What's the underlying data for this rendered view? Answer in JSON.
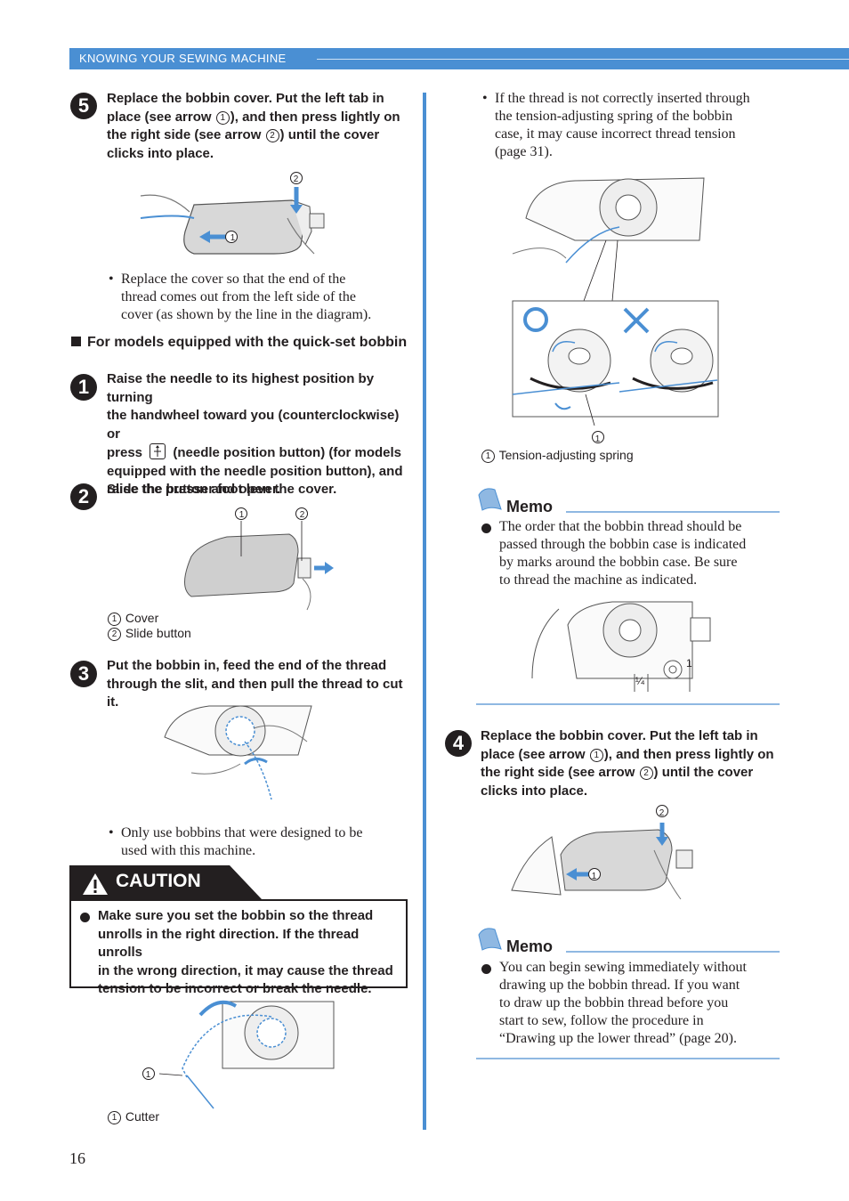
{
  "header": {
    "section_title": "KNOWING YOUR SEWING MACHINE"
  },
  "page_number": "16",
  "left": {
    "step5": {
      "num": "5",
      "line1": "Replace the bobbin cover. Put the left tab in",
      "line2a": "place (see arrow ",
      "m1": "1",
      "line2b": "), and then press lightly on",
      "line3a": "the right side (see arrow ",
      "m2": "2",
      "line3b": ") until the cover",
      "line4": "clicks into place."
    },
    "step5_fig": {
      "m1": "1",
      "m2": "2"
    },
    "step5_note": [
      "Replace the cover so that the end of the",
      "thread comes out from the left side of the",
      "cover (as shown by the line in the diagram)."
    ],
    "quickset_heading": "For models equipped with the quick-set bobbin",
    "step1": {
      "num": "1",
      "lines": [
        "Raise the needle to its highest position by turning",
        "the handwheel toward you (counterclockwise) or"
      ],
      "line3a": "press",
      "line3b": "(needle position button) (for models",
      "lines2": [
        "equipped with the needle position button), and",
        "raise the presser foot lever."
      ]
    },
    "step2": {
      "num": "2",
      "text": "Slide the button and open the cover."
    },
    "step2_fig": {
      "m1": "1",
      "m2": "2"
    },
    "step2_legend": [
      {
        "m": "1",
        "label": "Cover"
      },
      {
        "m": "2",
        "label": "Slide button"
      }
    ],
    "step3": {
      "num": "3",
      "lines": [
        "Put the bobbin in, feed the end of the thread",
        "through the slit, and then pull the thread to cut it."
      ]
    },
    "step3_note": [
      "Only use bobbins that were designed to be",
      "used with this machine."
    ],
    "caution": {
      "title": "CAUTION",
      "lines": [
        "Make sure you set the bobbin so the thread",
        "unrolls in the right direction. If the thread unrolls",
        "in the wrong direction, it may cause the thread",
        "tension to be incorrect or break the needle."
      ]
    },
    "cutter_fig": {
      "m1": "1"
    },
    "cutter_legend": {
      "m": "1",
      "label": "Cutter"
    }
  },
  "right": {
    "note_top": [
      "If the thread is not correctly inserted through",
      "the tension-adjusting spring of the bobbin",
      "case, it may cause incorrect thread tension",
      "(page 31)."
    ],
    "tension_fig": {
      "m1": "1"
    },
    "tension_legend": {
      "m": "1",
      "label": "Tension-adjusting spring"
    },
    "memo1": {
      "title": "Memo",
      "lines": [
        "The order that the bobbin thread should be",
        "passed through the bobbin case is indicated",
        "by marks around the bobbin case. Be sure",
        "to thread the machine as indicated."
      ]
    },
    "memo1_fig": {
      "mark1": "1",
      "mark_frac": "¼"
    },
    "step4": {
      "num": "4",
      "line1": "Replace the bobbin cover. Put the left tab in",
      "line2a": "place (see arrow ",
      "m1": "1",
      "line2b": "), and then press lightly on",
      "line3a": "the right side (see arrow ",
      "m2": "2",
      "line3b": ") until the cover",
      "line4": "clicks into place."
    },
    "step4_fig": {
      "m1": "1",
      "m2": "2"
    },
    "memo2": {
      "title": "Memo",
      "lines": [
        "You can begin sewing immediately without",
        "drawing up the bobbin thread. If you want",
        "to draw up the bobbin thread before you",
        "start to sew, follow the procedure in",
        "“Drawing up the lower thread” (page 20)."
      ]
    }
  },
  "colors": {
    "accent": "#4a8fd3",
    "text": "#231f20",
    "memo_line": "#8fb8e2"
  }
}
